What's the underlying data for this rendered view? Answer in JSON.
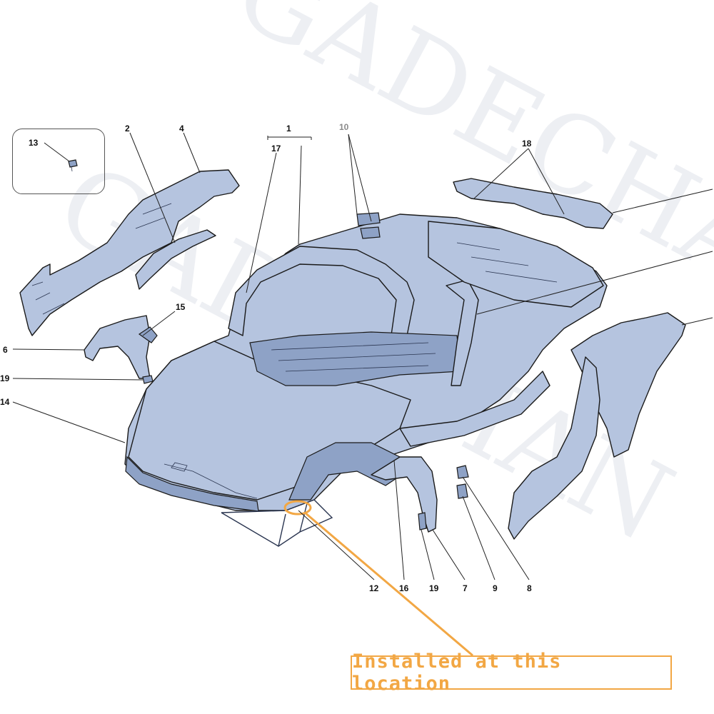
{
  "watermark": "GADECHAN",
  "callouts": {
    "c1": "1",
    "c2": "2",
    "c4": "4",
    "c6": "6",
    "c7": "7",
    "c8": "8",
    "c9": "9",
    "c10": "10",
    "c12": "12",
    "c13": "13",
    "c14": "14",
    "c15": "15",
    "c16": "16",
    "c17": "17",
    "c18": "18",
    "c19a": "19",
    "c19b": "19"
  },
  "install_label": "Installed at this location",
  "colors": {
    "part_fill": "#b5c4df",
    "highlight": "#f2a744",
    "line": "#1a1a1a"
  }
}
